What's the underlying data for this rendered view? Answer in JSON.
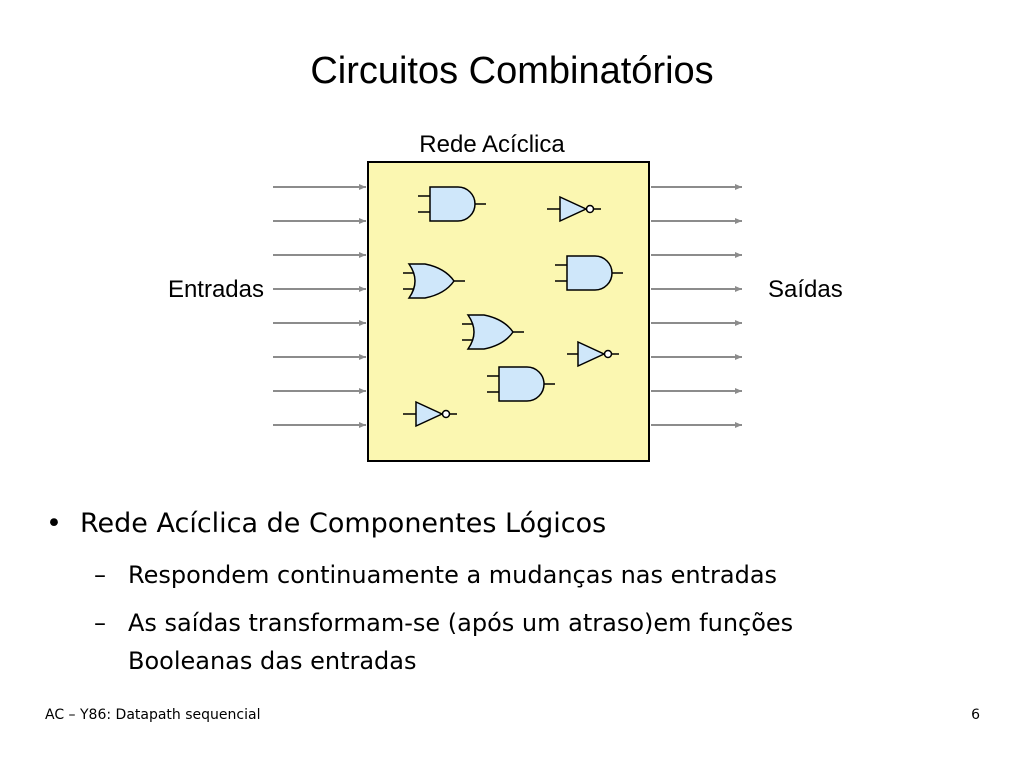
{
  "slide": {
    "title": "Circuitos Combinatórios"
  },
  "diagram": {
    "box_label": "Rede Acíclica",
    "inputs_label": "Entradas",
    "outputs_label": "Saídas",
    "box_fill": "#fbf7b1",
    "gate_fill": "#cfe7fa",
    "wire_color": "#8c8c8c",
    "input_count": 8,
    "output_count": 8,
    "gates": [
      "and-gate",
      "not-gate",
      "or-gate",
      "and-gate",
      "or-gate",
      "not-gate",
      "and-gate",
      "not-gate"
    ]
  },
  "bullets": {
    "main": {
      "marker": "•",
      "text": "Rede Acíclica de Componentes Lógicos"
    },
    "sub": [
      {
        "marker": "–",
        "text": "Respondem continuamente a mudanças nas entradas"
      },
      {
        "marker": "–",
        "text": "As saídas transformam-se (após um atraso)em funções Booleanas das entradas"
      }
    ]
  },
  "footer": {
    "left": "AC – Y86: Datapath sequencial",
    "page": "6"
  }
}
